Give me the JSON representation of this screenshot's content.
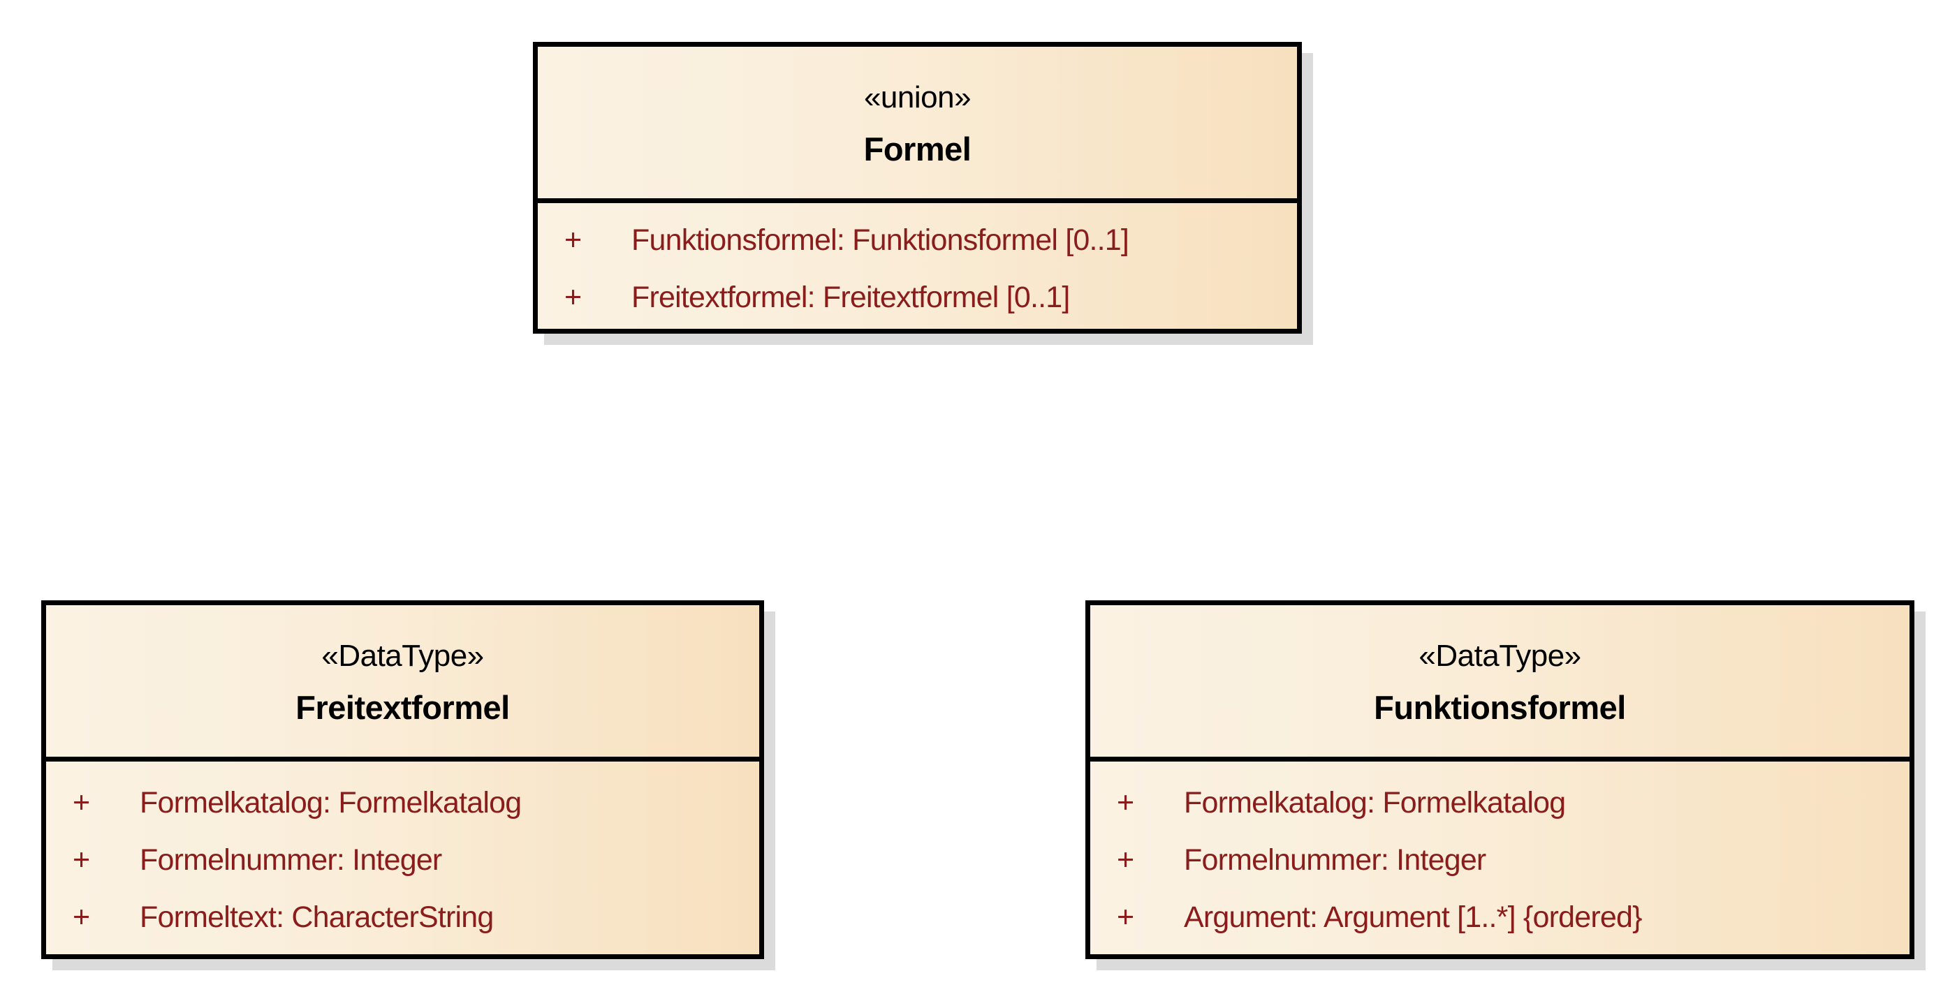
{
  "diagram_type": "uml-class-diagram",
  "colors": {
    "canvas_background": "#FFFFFF",
    "box_fill_gradient_left": "#FBF2E3",
    "box_fill_gradient_right": "#F7E0BE",
    "box_border": "#000000",
    "box_shadow": "#DBDBDB",
    "header_text": "#000000",
    "attribute_text": "#8B1C1C"
  },
  "classes": [
    {
      "id": "formel",
      "stereotype": "«union»",
      "name": "Formel",
      "attributes": [
        {
          "visibility": "+",
          "text": "Funktionsformel: Funktionsformel [0..1]"
        },
        {
          "visibility": "+",
          "text": "Freitextformel: Freitextformel [0..1]"
        }
      ]
    },
    {
      "id": "freitextformel",
      "stereotype": "«DataType»",
      "name": "Freitextformel",
      "attributes": [
        {
          "visibility": "+",
          "text": "Formelkatalog: Formelkatalog"
        },
        {
          "visibility": "+",
          "text": "Formelnummer: Integer"
        },
        {
          "visibility": "+",
          "text": "Formeltext: CharacterString"
        }
      ]
    },
    {
      "id": "funktionsformel",
      "stereotype": "«DataType»",
      "name": "Funktionsformel",
      "attributes": [
        {
          "visibility": "+",
          "text": "Formelkatalog: Formelkatalog"
        },
        {
          "visibility": "+",
          "text": "Formelnummer: Integer"
        },
        {
          "visibility": "+",
          "text": "Argument: Argument [1..*] {ordered}"
        }
      ]
    }
  ]
}
